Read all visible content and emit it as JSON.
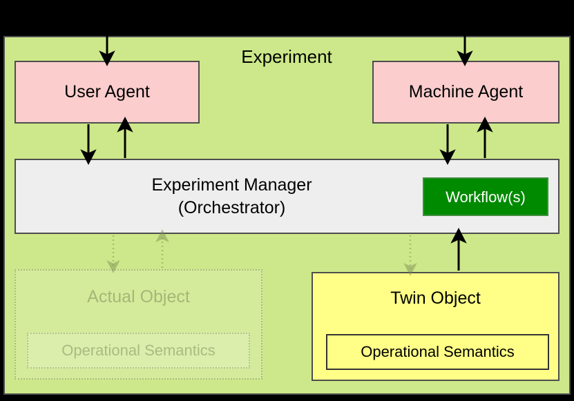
{
  "diagram": {
    "title": "Experiment",
    "background_color": "#000000",
    "frame_color": "#cde88a",
    "nodes": {
      "user_agent": {
        "label": "User Agent",
        "color": "#fbcdcd"
      },
      "machine_agent": {
        "label": "Machine Agent",
        "color": "#fbcdcd"
      },
      "experiment_manager": {
        "label_line1": "Experiment Manager",
        "label_line2": "(Orchestrator)",
        "color": "#eeeeee"
      },
      "workflows": {
        "label": "Workflow(s)",
        "color": "#008a00",
        "text_color": "#ffffff"
      },
      "actual_object": {
        "label": "Actual Object",
        "inner_label": "Operational Semantics",
        "state": "faded"
      },
      "twin_object": {
        "label": "Twin Object",
        "inner_label": "Operational Semantics",
        "color": "#ffff88"
      }
    },
    "edges": [
      {
        "name": "external-to-user-agent",
        "style": "solid",
        "direction": "down"
      },
      {
        "name": "external-to-machine-agent",
        "style": "solid",
        "direction": "down"
      },
      {
        "name": "user-agent-to-manager",
        "style": "solid",
        "direction": "down"
      },
      {
        "name": "manager-to-user-agent",
        "style": "solid",
        "direction": "up"
      },
      {
        "name": "machine-agent-to-manager",
        "style": "solid",
        "direction": "down"
      },
      {
        "name": "manager-to-machine-agent",
        "style": "solid",
        "direction": "up"
      },
      {
        "name": "manager-to-actual-object",
        "style": "dotted",
        "direction": "down"
      },
      {
        "name": "actual-object-to-manager",
        "style": "dotted",
        "direction": "up"
      },
      {
        "name": "manager-to-twin-object",
        "style": "dotted",
        "direction": "down"
      },
      {
        "name": "twin-object-to-manager",
        "style": "solid",
        "direction": "up"
      }
    ]
  }
}
